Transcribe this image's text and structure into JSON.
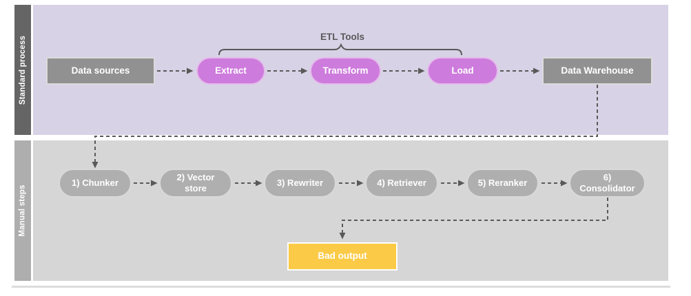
{
  "standard_lane": {
    "label": "Standard process",
    "bracket_label": "ETL Tools",
    "nodes": [
      {
        "label": "Data sources"
      },
      {
        "label": "Extract"
      },
      {
        "label": "Transform"
      },
      {
        "label": "Load"
      },
      {
        "label": "Data Warehouse"
      }
    ]
  },
  "manual_lane": {
    "label": "Manual steps",
    "nodes": [
      {
        "label": "1) Chunker"
      },
      {
        "label": "2) Vector store"
      },
      {
        "label": "3) Rewriter"
      },
      {
        "label": "4) Retriever"
      },
      {
        "label": "5) Reranker"
      },
      {
        "label": "6) Consolidator"
      }
    ]
  },
  "output_node": {
    "label": "Bad output"
  },
  "colors": {
    "standard_lane_bg": "#D8D2E6",
    "standard_label_bar": "#666566",
    "manual_lane_bg": "#D6D6D6",
    "manual_label_bar": "#AEAEAE",
    "process_box": "#919191",
    "etl_pill": "#CD7BDC",
    "etl_pill_border": "#E5BBEC",
    "manual_pill": "#AFAFAF",
    "bad_output": "#FBCA46",
    "connector": "#595959",
    "text_on_node": "#FFFFFF"
  }
}
